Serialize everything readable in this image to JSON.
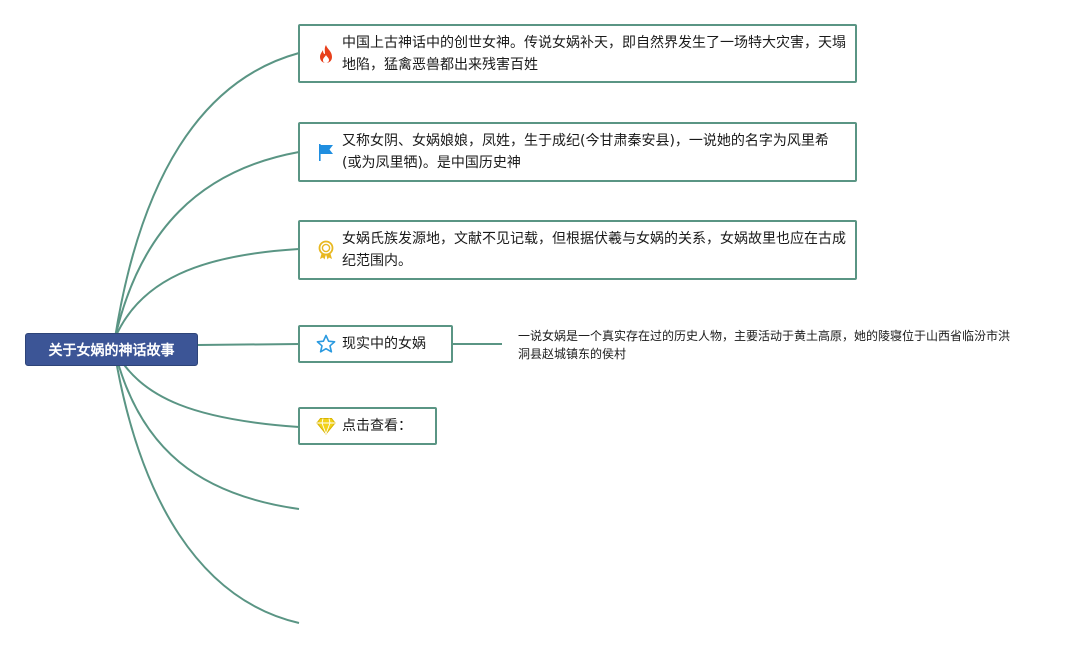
{
  "root": {
    "label": "关于女娲的神话故事"
  },
  "branches": [
    {
      "icon": "fire-icon",
      "text": "中国上古神话中的创世女神。传说女娲补天，即自然界发生了一场特大灾害，天塌地陷，猛禽恶兽都出来残害百姓"
    },
    {
      "icon": "flag-icon",
      "text": "又称女阴、女娲娘娘，凤姓，生于成纪(今甘肃秦安县)，一说她的名字为风里希(或为凤里牺)。是中国历史神"
    },
    {
      "icon": "medal-icon",
      "text": "女娲氏族发源地，文献不见记载，但根据伏羲与女娲的关系，女娲故里也应在古成纪范围内。"
    },
    {
      "icon": "star-icon",
      "text": "现实中的女娲"
    },
    {
      "icon": "diamond-icon",
      "text": "点击查看："
    }
  ],
  "detail": {
    "text": "一说女娲是一个真实存在过的历史人物，主要活动于黄土高原，她的陵寝位于山西省临汾市洪洞县赵城镇东的侯村"
  },
  "colors": {
    "root_fill": "#3c5596",
    "connector": "#5a9584",
    "fire": "#e8401c",
    "flag": "#1f8ee0",
    "medal": "#e8b820",
    "star": "#2a9ae0",
    "diamond": "#f2d21a"
  }
}
